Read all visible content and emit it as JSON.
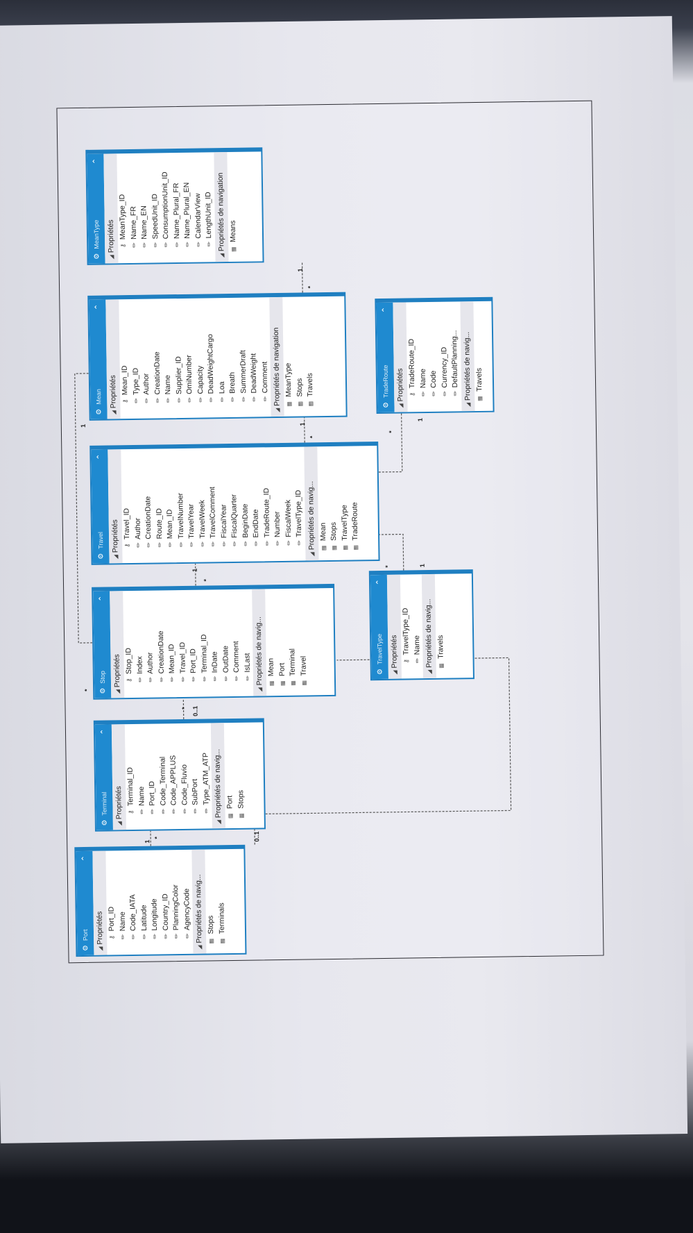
{
  "entities": [
    {
      "id": "port",
      "title": "Port",
      "props_header": "Propriétés",
      "props": [
        {
          "name": "Port_ID",
          "key": true
        },
        {
          "name": "Name"
        },
        {
          "name": "Code_IATA"
        },
        {
          "name": "Latitude"
        },
        {
          "name": "Longitude"
        },
        {
          "name": "Country_ID"
        },
        {
          "name": "PlanningColor"
        },
        {
          "name": "AgencyCode"
        }
      ],
      "nav_header": "Propriétés de navig...",
      "nav": [
        "Stops",
        "Terminals"
      ]
    },
    {
      "id": "terminal",
      "title": "Terminal",
      "props_header": "Propriétés",
      "props": [
        {
          "name": "Terminal_ID",
          "key": true
        },
        {
          "name": "Name"
        },
        {
          "name": "Port_ID"
        },
        {
          "name": "Code_Terminal"
        },
        {
          "name": "Code_APPLUS"
        },
        {
          "name": "Code_Fluvio"
        },
        {
          "name": "SubPort"
        },
        {
          "name": "Type_ATM_ATP"
        }
      ],
      "nav_header": "Propriétés de navig...",
      "nav": [
        "Port",
        "Stops"
      ]
    },
    {
      "id": "stop",
      "title": "Stop",
      "props_header": "Propriétés",
      "props": [
        {
          "name": "Stop_ID",
          "key": true
        },
        {
          "name": "Index"
        },
        {
          "name": "Author"
        },
        {
          "name": "CreationDate"
        },
        {
          "name": "Mean_ID"
        },
        {
          "name": "Travel_ID"
        },
        {
          "name": "Port_ID"
        },
        {
          "name": "Terminal_ID"
        },
        {
          "name": "InDate"
        },
        {
          "name": "OutDate"
        },
        {
          "name": "Comment"
        },
        {
          "name": "IsLast"
        }
      ],
      "nav_header": "Propriétés de navig...",
      "nav": [
        "Mean",
        "Port",
        "Terminal",
        "Travel"
      ]
    },
    {
      "id": "travel",
      "title": "Travel",
      "props_header": "Propriétés",
      "props": [
        {
          "name": "Travel_ID",
          "key": true
        },
        {
          "name": "Author"
        },
        {
          "name": "CreationDate"
        },
        {
          "name": "Route_ID"
        },
        {
          "name": "Mean_ID"
        },
        {
          "name": "TravelNumber"
        },
        {
          "name": "TravelYear"
        },
        {
          "name": "TravelWeek"
        },
        {
          "name": "TravelComment"
        },
        {
          "name": "FiscalYear"
        },
        {
          "name": "FiscalQuarter"
        },
        {
          "name": "BeginDate"
        },
        {
          "name": "EndDate"
        },
        {
          "name": "TradeRoute_ID"
        },
        {
          "name": "Number"
        },
        {
          "name": "FiscalWeek"
        },
        {
          "name": "TravelType_ID"
        }
      ],
      "nav_header": "Propriétés de navig...",
      "nav": [
        "Mean",
        "Stops",
        "TravelType",
        "TradeRoute"
      ]
    },
    {
      "id": "mean",
      "title": "Mean",
      "props_header": "Propriétés",
      "props": [
        {
          "name": "Mean_ID",
          "key": true
        },
        {
          "name": "Type_ID"
        },
        {
          "name": "Author"
        },
        {
          "name": "CreationDate"
        },
        {
          "name": "Name"
        },
        {
          "name": "Supplier_ID"
        },
        {
          "name": "OmiNumber"
        },
        {
          "name": "Capacity"
        },
        {
          "name": "DeadWeightCargo"
        },
        {
          "name": "Loa"
        },
        {
          "name": "Breath"
        },
        {
          "name": "SummerDraft"
        },
        {
          "name": "DeadWeight"
        },
        {
          "name": "Comment"
        }
      ],
      "nav_header": "Propriétés de navigation",
      "nav": [
        "MeanType",
        "Stops",
        "Travels"
      ]
    },
    {
      "id": "meantype",
      "title": "MeanType",
      "props_header": "Propriétés",
      "props": [
        {
          "name": "MeanType_ID",
          "key": true
        },
        {
          "name": "Name_FR"
        },
        {
          "name": "Name_EN"
        },
        {
          "name": "SpeedUnit_ID"
        },
        {
          "name": "ConsumptionUnit_ID"
        },
        {
          "name": "Name_Plural_FR"
        },
        {
          "name": "Name_Plural_EN"
        },
        {
          "name": "CalendarView"
        },
        {
          "name": "LengthUnit_ID"
        }
      ],
      "nav_header": "Propriétés de navigation",
      "nav": [
        "Means"
      ]
    },
    {
      "id": "traveltype",
      "title": "TravelType",
      "props_header": "Propriétés",
      "props": [
        {
          "name": "TravelType_ID",
          "key": true
        },
        {
          "name": "Name"
        }
      ],
      "nav_header": "Propriétés de navig...",
      "nav": [
        "Travels"
      ]
    },
    {
      "id": "traderoute",
      "title": "TradeRoute",
      "props_header": "Propriétés",
      "props": [
        {
          "name": "TradeRoute_ID",
          "key": true
        },
        {
          "name": "Name"
        },
        {
          "name": "Code"
        },
        {
          "name": "Currency_ID"
        },
        {
          "name": "DefaultPlanning..."
        }
      ],
      "nav_header": "Propriétés de navig...",
      "nav": [
        "Travels"
      ]
    }
  ],
  "multiplicities": {
    "port_terminal_a": "1",
    "port_terminal_b": "*",
    "port_stop": "0..1",
    "terminal_stop_a": "0..1",
    "terminal_stop_b": "*",
    "stop_travel_a": "*",
    "stop_travel_b": "1",
    "travel_mean_a": "*",
    "travel_mean_b": "1",
    "mean_meantype_a": "*",
    "mean_meantype_b": "1",
    "stop_mean": "1",
    "travel_traveltype_a": "*",
    "travel_traveltype_b": "1",
    "travel_traderoute_a": "*",
    "travel_traderoute_b": "1",
    "stop_port_star": "*"
  },
  "colors": {
    "header": "#1f8ad0",
    "border": "#1f7fc1",
    "section": "#e6e6ec"
  }
}
